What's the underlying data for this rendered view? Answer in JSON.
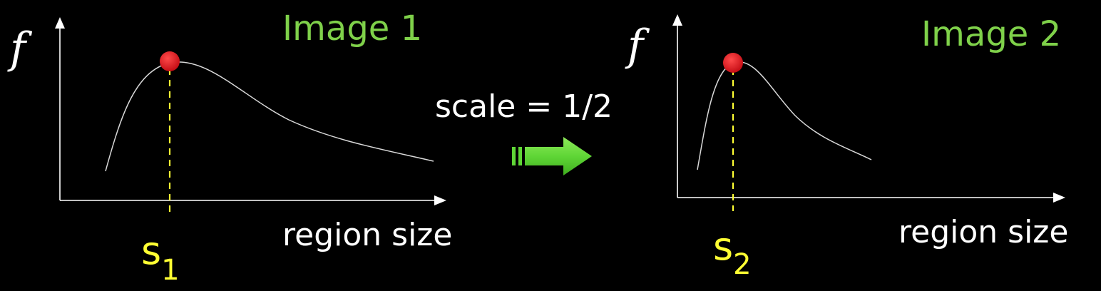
{
  "colors": {
    "background": "#000000",
    "axis": "#ffffff",
    "curve": "#d9d9d9",
    "title": "#7fd14a",
    "marker": "#ff2f2f",
    "peak_marker": "#d0101a",
    "peak_label": "#ffff33",
    "arrow": "#5fd636"
  },
  "panels": [
    {
      "title": "Image 1",
      "y_axis_label": "f",
      "x_axis_label": "region size",
      "peak_label_base": "s",
      "peak_label_sub": "1"
    },
    {
      "title": "Image 2",
      "y_axis_label": "f",
      "x_axis_label": "region size",
      "peak_label_base": "s",
      "peak_label_sub": "2"
    }
  ],
  "transition": {
    "label": "scale = 1/2",
    "icon": "right-arrow-icon"
  }
}
